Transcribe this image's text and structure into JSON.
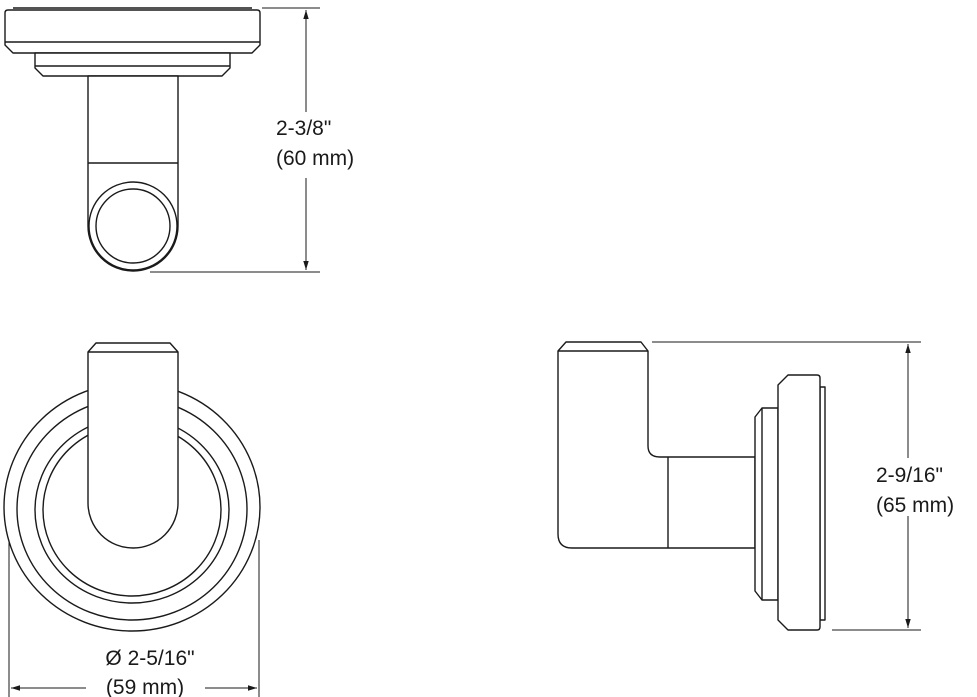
{
  "views": {
    "top": {
      "dimension": {
        "imperial": "2-3/8\"",
        "metric": "(60 mm)"
      }
    },
    "front": {
      "dimension": {
        "imperial": "Ø 2-5/16\"",
        "metric": "(59 mm)"
      }
    },
    "side": {
      "dimension": {
        "imperial": "2-9/16\"",
        "metric": "(65 mm)"
      }
    }
  },
  "colors": {
    "line": "#1a1a1a",
    "background": "#ffffff"
  }
}
